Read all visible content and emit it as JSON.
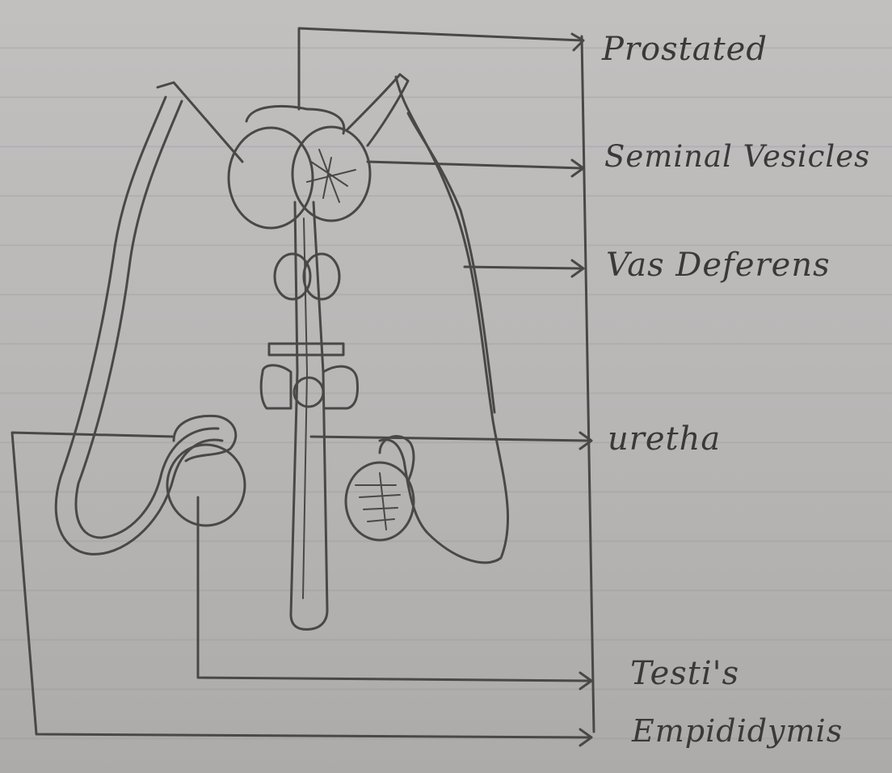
{
  "labels": {
    "prostate": "Prostated",
    "seminal_vesicle": "Seminal Vesicles",
    "vas_deferens": "Vas Deferens",
    "urethra": "uretha",
    "testis": "Testi's",
    "epididymis": "Empididymis"
  },
  "colors": {
    "paper": "#bdbbba",
    "rule_lines": "#8c8c96",
    "pencil": "#4a4847",
    "label_ink": "#3a3838"
  }
}
